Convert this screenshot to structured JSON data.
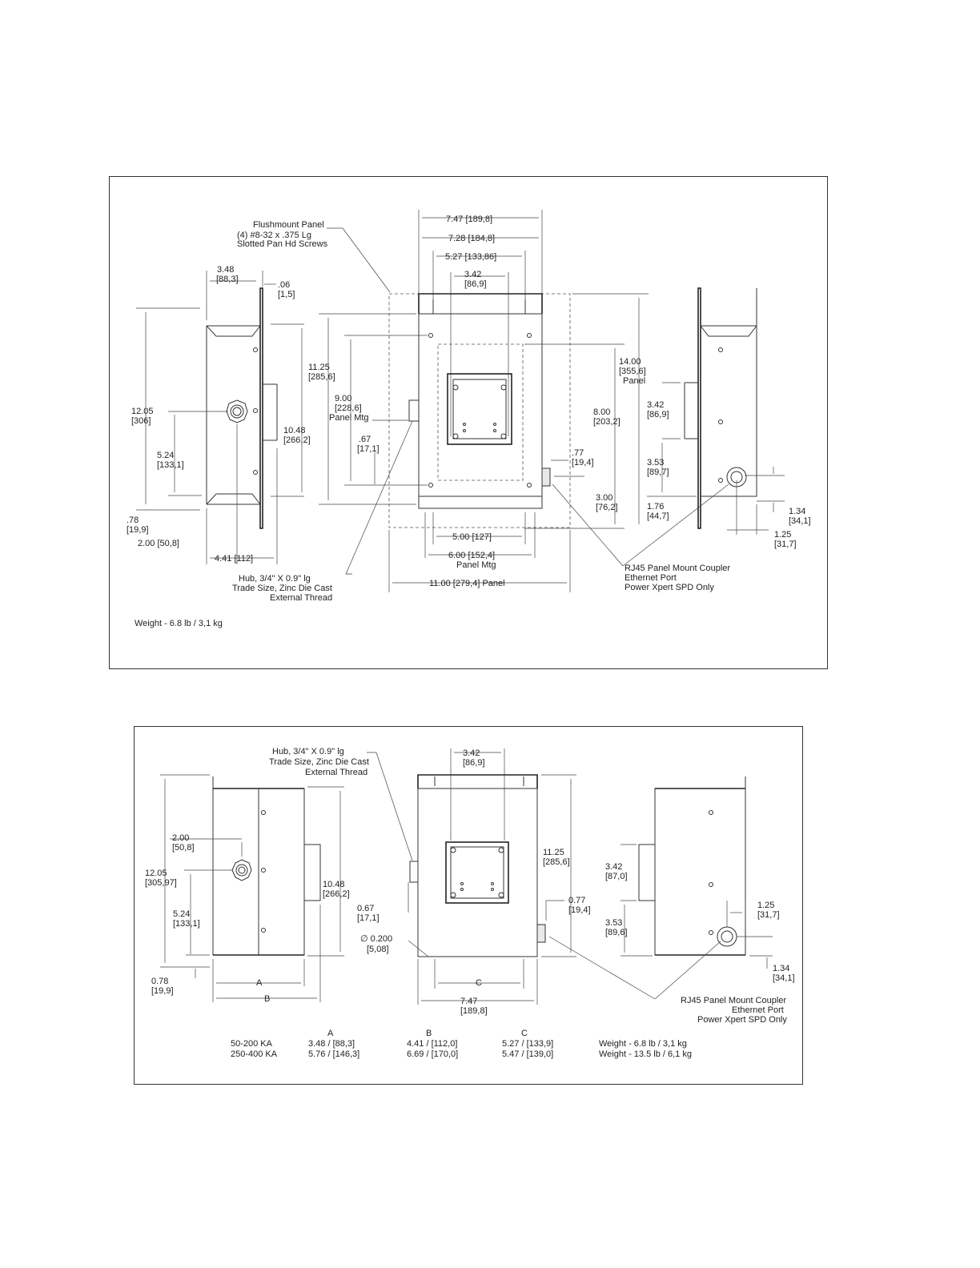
{
  "drawing1": {
    "labels": {
      "flushmount": [
        "Flushmount Panel",
        "(4) #8-32 x .375 Lg",
        "Slotted Pan Hd Screws"
      ],
      "hub": [
        "Hub, 3/4\" X 0.9\" lg",
        "Trade Size, Zinc Die Cast",
        "External Thread"
      ],
      "rj45": [
        "RJ45 Panel Mount Coupler",
        "Ethernet Port",
        "Power Xpert SPD Only"
      ],
      "weight": "Weight - 6.8 lb / 3,1 kg"
    },
    "dims": {
      "d747": "7.47   [189,8]",
      "d728": "7.28   [184,8]",
      "d527": "5.27   [133,86]",
      "d342a": "3.42",
      "d342b": "[86,9]",
      "d348a": "3.48",
      "d348b": "[88,3]",
      "d06a": ".06",
      "d06b": "[1,5]",
      "d1205a": "12.05",
      "d1205b": "[306]",
      "d524a": "5.24",
      "d524b": "[133,1]",
      "d078a": ".78",
      "d078b": "[19,9]",
      "d200": "2.00   [50,8]",
      "d441": "4.41   [112]",
      "d1048a": "10.48",
      "d1048b": "[266,2]",
      "d1125a": "11.25",
      "d1125b": "[285,6]",
      "d900a": "9.00",
      "d900b": "[228,6]",
      "d900c": "Panel Mtg",
      "d067a": ".67",
      "d067b": "[17,1]",
      "d500": "5.00   [127]",
      "d600a": "6.00   [152,4]",
      "d600b": "Panel Mtg",
      "d1100": "11.00   [279,4] Panel",
      "d800a": "8.00",
      "d800b": "[203,2]",
      "d077a": ".77",
      "d077b": "[19,4]",
      "d300a": "3.00",
      "d300b": "[76,2]",
      "d1400a": "14.00",
      "d1400b": "[355,6]",
      "d1400c": "Panel",
      "d342ra": "3.42",
      "d342rb": "[86,9]",
      "d353a": "3.53",
      "d353b": "[89,7]",
      "d176a": "1.76",
      "d176b": "[44,7]",
      "d134a": "1.34",
      "d134b": "[34,1]",
      "d125a": "1.25",
      "d125b": "[31,7]"
    }
  },
  "drawing2": {
    "labels": {
      "hub": [
        "Hub, 3/4\" X 0.9\" lg",
        "Trade Size, Zinc Die Cast",
        "External Thread"
      ],
      "rj45": [
        "RJ45 Panel Mount Coupler",
        "Ethernet Port",
        "Power Xpert SPD Only"
      ]
    },
    "dims": {
      "d342a": "3.42",
      "d342b": "[86,9]",
      "d200a": "2.00",
      "d200b": "[50,8]",
      "d1205a": "12.05",
      "d1205b": "[305,97]",
      "d524a": "5.24",
      "d524b": "[133,1]",
      "d078a": "0.78",
      "d078b": "[19,9]",
      "d1048a": "10.48",
      "d1048b": "[266,2]",
      "d067a": "0.67",
      "d067b": "[17,1]",
      "d0200a": "∅ 0.200",
      "d0200b": "[5,08]",
      "d1125a": "11.25",
      "d1125b": "[285,6]",
      "d077a": "0.77",
      "d077b": "[19,4]",
      "d747a": "7.47",
      "d747b": "[189,8]",
      "dA": "A",
      "dB": "B",
      "dC": "C",
      "d342ra": "3.42",
      "d342rb": "[87,0]",
      "d353a": "3.53",
      "d353b": "[89,6]",
      "d125a": "1.25",
      "d125b": "[31,7]",
      "d134a": "1.34",
      "d134b": "[34,1]"
    },
    "table": {
      "headers": [
        "A",
        "B",
        "C"
      ],
      "rows": [
        {
          "model": "50-200 KA",
          "a": "3.48 / [88,3]",
          "b": "4.41 / [112,0]",
          "c": "5.27 / [133,9]"
        },
        {
          "model": "250-400 KA",
          "a": "5.76 / [146,3]",
          "b": "6.69 / [170,0]",
          "c": "5.47 / [139,0]"
        }
      ],
      "weights": [
        "Weight - 6.8 lb / 3,1 kg",
        "Weight - 13.5 lb / 6,1 kg"
      ]
    }
  }
}
